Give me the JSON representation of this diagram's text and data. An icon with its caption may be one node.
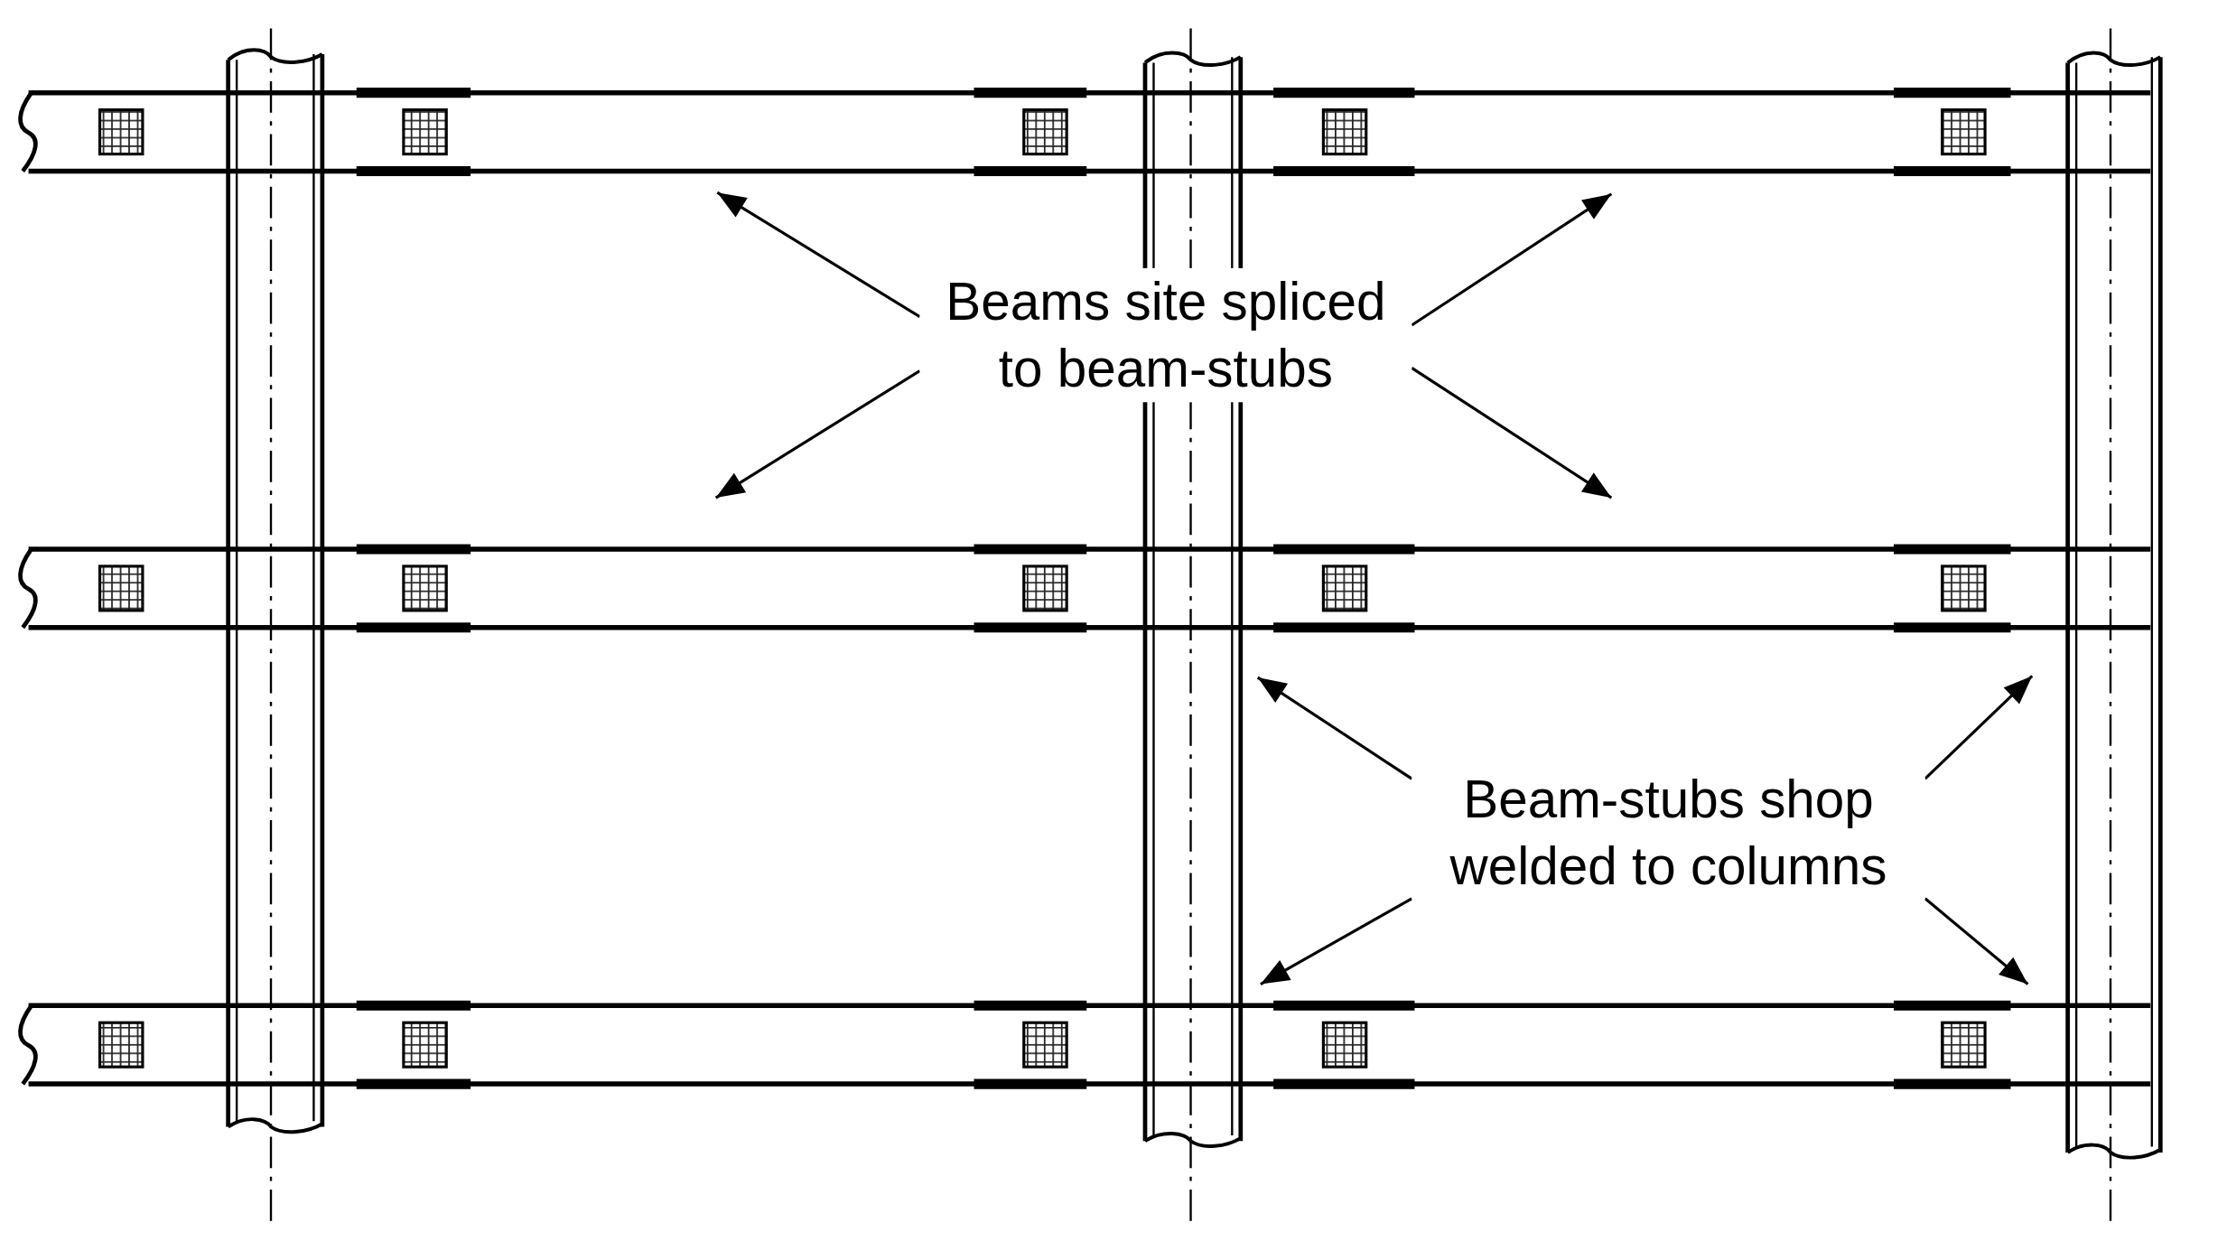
{
  "diagram": {
    "nodes": [
      {
        "text": [
          "Beams site spliced to beam-stubs"
        ]
      },
      {
        "text": [
          "Beam-stubs shop welded to columns"
        ]
      }
    ],
    "edges": [
      {
        "from": 0,
        "to": null,
        "arrow": "to"
      },
      {
        "from": 0,
        "to": null,
        "arrow": "to"
      },
      {
        "from": 0,
        "to": null,
        "arrow": "to"
      },
      {
        "from": 0,
        "to": null,
        "arrow": "to"
      },
      {
        "from": 1,
        "to": null,
        "arrow": "to"
      },
      {
        "from": 1,
        "to": null,
        "arrow": "to"
      },
      {
        "from": 1,
        "to": null,
        "arrow": "to"
      },
      {
        "from": 1,
        "to": null,
        "arrow": "to"
      }
    ]
  }
}
